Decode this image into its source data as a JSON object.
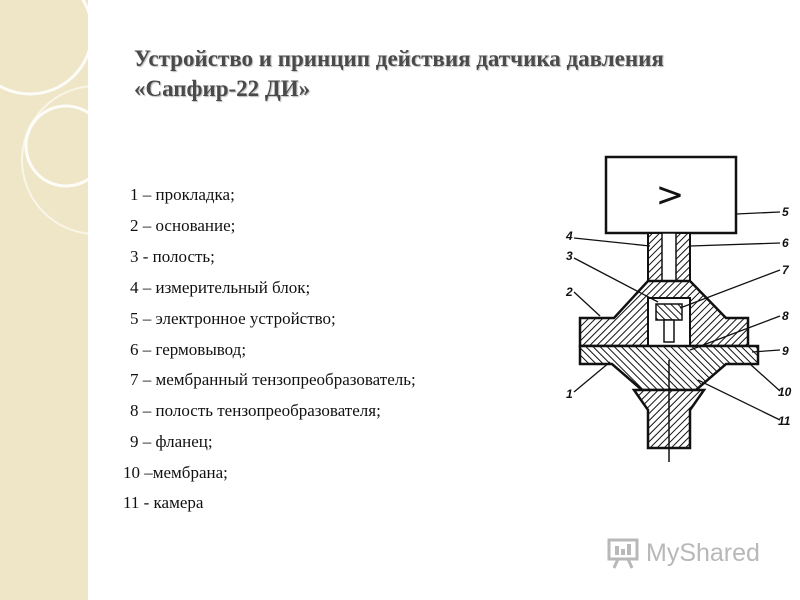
{
  "title": {
    "line1": "Устройство и принцип действия датчика давления",
    "line2": "«Сапфир-22 ДИ»"
  },
  "legend": [
    {
      "text": "1 – прокладка;"
    },
    {
      "text": "2 – основание;"
    },
    {
      "text": "3 -  полость;"
    },
    {
      "text": "4 – измерительный блок;"
    },
    {
      "text": "5 – электронное устройство;"
    },
    {
      "text": "6 – гермовывод;"
    },
    {
      "text": "7 – мембранный тензопреобразователь;"
    },
    {
      "text": "8 – полость тензопреобразователя;"
    },
    {
      "text": "9 – фланец;"
    },
    {
      "text": "10 –мембрана;"
    },
    {
      "text": "11 - камера"
    }
  ],
  "diagram": {
    "box_symbol": ">",
    "callouts": [
      "1",
      "2",
      "3",
      "4",
      "5",
      "6",
      "7",
      "8",
      "9",
      "10",
      "11"
    ]
  },
  "logo": {
    "text": "MyShared",
    "icon": "presentation-board-icon"
  },
  "colors": {
    "side_strip": "#efe6c8",
    "title": "#4a4a4a",
    "logo": "#b8b8b8"
  }
}
